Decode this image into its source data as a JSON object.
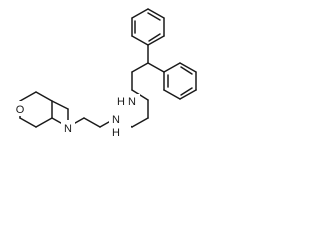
{
  "molecule": {
    "atoms": {
      "nitrogen_morpholine": "N",
      "oxygen_morpholine": "O",
      "nitrogen_lower_amine": "N",
      "nitrogen_upper_amine": "N",
      "hydrogen_lower_amine": "H",
      "hydrogen_upper_amine": "H"
    }
  }
}
